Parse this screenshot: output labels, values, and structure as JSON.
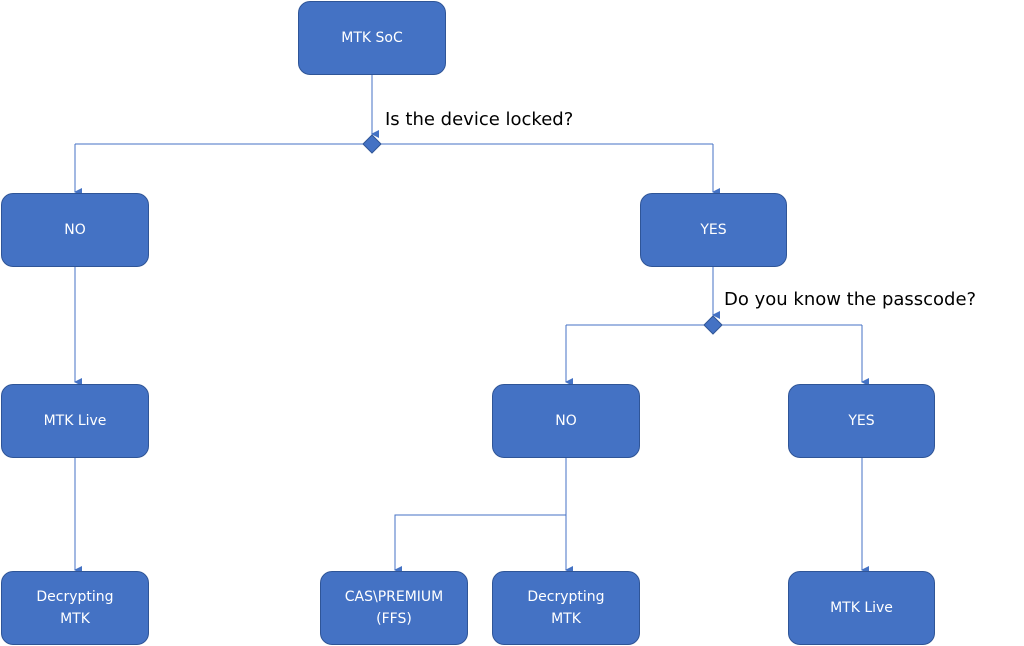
{
  "nodes": {
    "root": "MTK SoC",
    "unlocked": "NO",
    "unlocked_tool": "MTK Live",
    "unlocked_result": "Decrypting\nMTK",
    "locked": "YES",
    "no_passcode": "NO",
    "no_passcode_option1": "CAS\\PREMIUM\n(FFS)",
    "no_passcode_option2": "Decrypting\nMTK",
    "has_passcode": "YES",
    "has_passcode_tool": "MTK Live"
  },
  "questions": {
    "locked": "Is the device locked?",
    "passcode": "Do you know the passcode?"
  },
  "colors": {
    "node_fill": "#4472C4",
    "line": "#4472C4"
  }
}
